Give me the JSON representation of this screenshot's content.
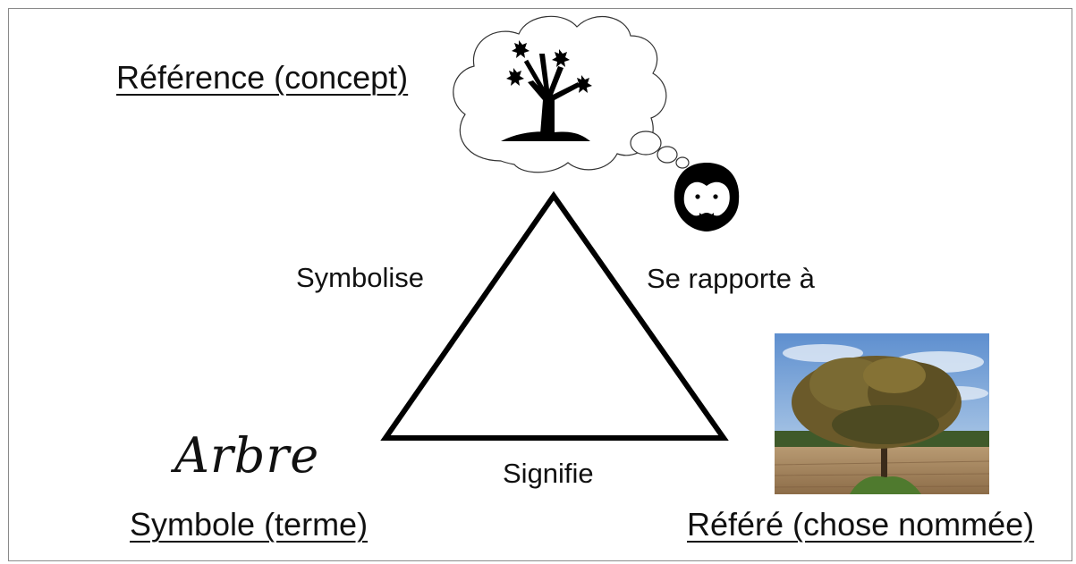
{
  "labels": {
    "reference": "Référence (concept)",
    "symbol": "Symbole (terme)",
    "referent": "Référé (chose nommée)",
    "symbolise": "Symbolise",
    "relates": "Se rapporte à",
    "signifies": "Signifie",
    "word": "Arbre"
  },
  "icons": {
    "thought_cloud": "thought-cloud-icon",
    "tree": "tree-silhouette-icon",
    "person": "bearded-person-icon",
    "photo": "tree-photo"
  },
  "colors": {
    "ink": "#000000",
    "sky": "#6f9fd6",
    "field": "#a0805a",
    "foliage": "#6b5a2a"
  }
}
